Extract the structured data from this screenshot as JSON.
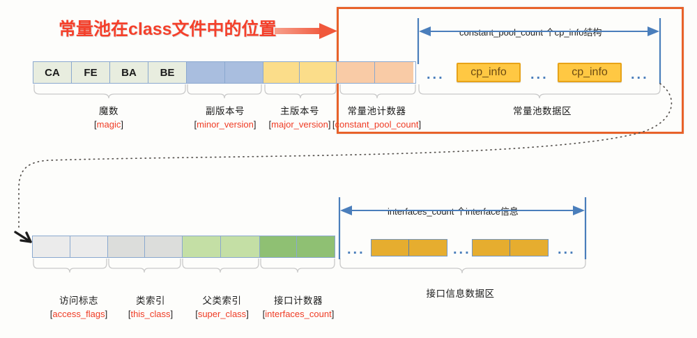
{
  "title": "常量池在class文件中的位置",
  "colors": {
    "title_red": "#f4402b",
    "highlight_box": "#e8622a",
    "cell_border": "#8aa8cf",
    "magic_cell": "#e8eddf",
    "minor_cell": "#a9bedf",
    "major_cell": "#fbdd8a",
    "cp_count_cell": "#f9cba6",
    "cp_info_fill": "#ffc843",
    "cp_info_border": "#e8a317",
    "access_cell": "#ebebeb",
    "this_class_cell": "#dcdddb",
    "super_class_cell": "#c4dfa5",
    "interfaces_count_cell": "#8fc073",
    "interface_box": "#e6ad2f",
    "dim_arrow": "#4a7ebb",
    "dots": "#4a7ebb",
    "label_code_red": "#ef3b24"
  },
  "top_row": {
    "cells": [
      {
        "text": "CA",
        "color_key": "magic_cell"
      },
      {
        "text": "FE",
        "color_key": "magic_cell"
      },
      {
        "text": "BA",
        "color_key": "magic_cell"
      },
      {
        "text": "BE",
        "color_key": "magic_cell"
      },
      {
        "text": "",
        "color_key": "minor_cell"
      },
      {
        "text": "",
        "color_key": "minor_cell"
      },
      {
        "text": "",
        "color_key": "major_cell"
      },
      {
        "text": "",
        "color_key": "major_cell"
      },
      {
        "text": "",
        "color_key": "cp_count_cell"
      },
      {
        "text": "",
        "color_key": "cp_count_cell"
      }
    ],
    "labels": [
      {
        "cn": "魔数",
        "code_open": "[",
        "code": "magic",
        "code_close": "]"
      },
      {
        "cn": "副版本号",
        "code_open": "[",
        "code": "minor_version",
        "code_close": "]"
      },
      {
        "cn": "主版本号",
        "code_open": "[",
        "code": "major_version",
        "code_close": "]"
      },
      {
        "cn": "常量池计数器",
        "code_open": "[",
        "code": "constant_pool_count",
        "code_close": "]"
      },
      {
        "cn": "常量池数据区",
        "code_open": "",
        "code": "",
        "code_close": ""
      }
    ],
    "dim_label": "constant_pool_count 个cp_info结构",
    "cp_info_label": "cp_info",
    "ellipsis": "..."
  },
  "bottom_row": {
    "cells": [
      {
        "text": "",
        "color_key": "access_cell"
      },
      {
        "text": "",
        "color_key": "access_cell"
      },
      {
        "text": "",
        "color_key": "this_class_cell"
      },
      {
        "text": "",
        "color_key": "this_class_cell"
      },
      {
        "text": "",
        "color_key": "super_class_cell"
      },
      {
        "text": "",
        "color_key": "super_class_cell"
      },
      {
        "text": "",
        "color_key": "interfaces_count_cell"
      },
      {
        "text": "",
        "color_key": "interfaces_count_cell"
      }
    ],
    "labels": [
      {
        "cn": "访问标志",
        "code_open": "[",
        "code": "access_flags",
        "code_close": "]"
      },
      {
        "cn": "类索引",
        "code_open": "[",
        "code": "this_class",
        "code_close": "]"
      },
      {
        "cn": "父类索引",
        "code_open": "[",
        "code": "super_class",
        "code_close": "]"
      },
      {
        "cn": "接口计数器",
        "code_open": "[",
        "code": "interfaces_count",
        "code_close": "]"
      },
      {
        "cn": "接口信息数据区",
        "code_open": "",
        "code": "",
        "code_close": ""
      }
    ],
    "dim_label": "interfaces_count 个interface信息",
    "ellipsis": "..."
  }
}
